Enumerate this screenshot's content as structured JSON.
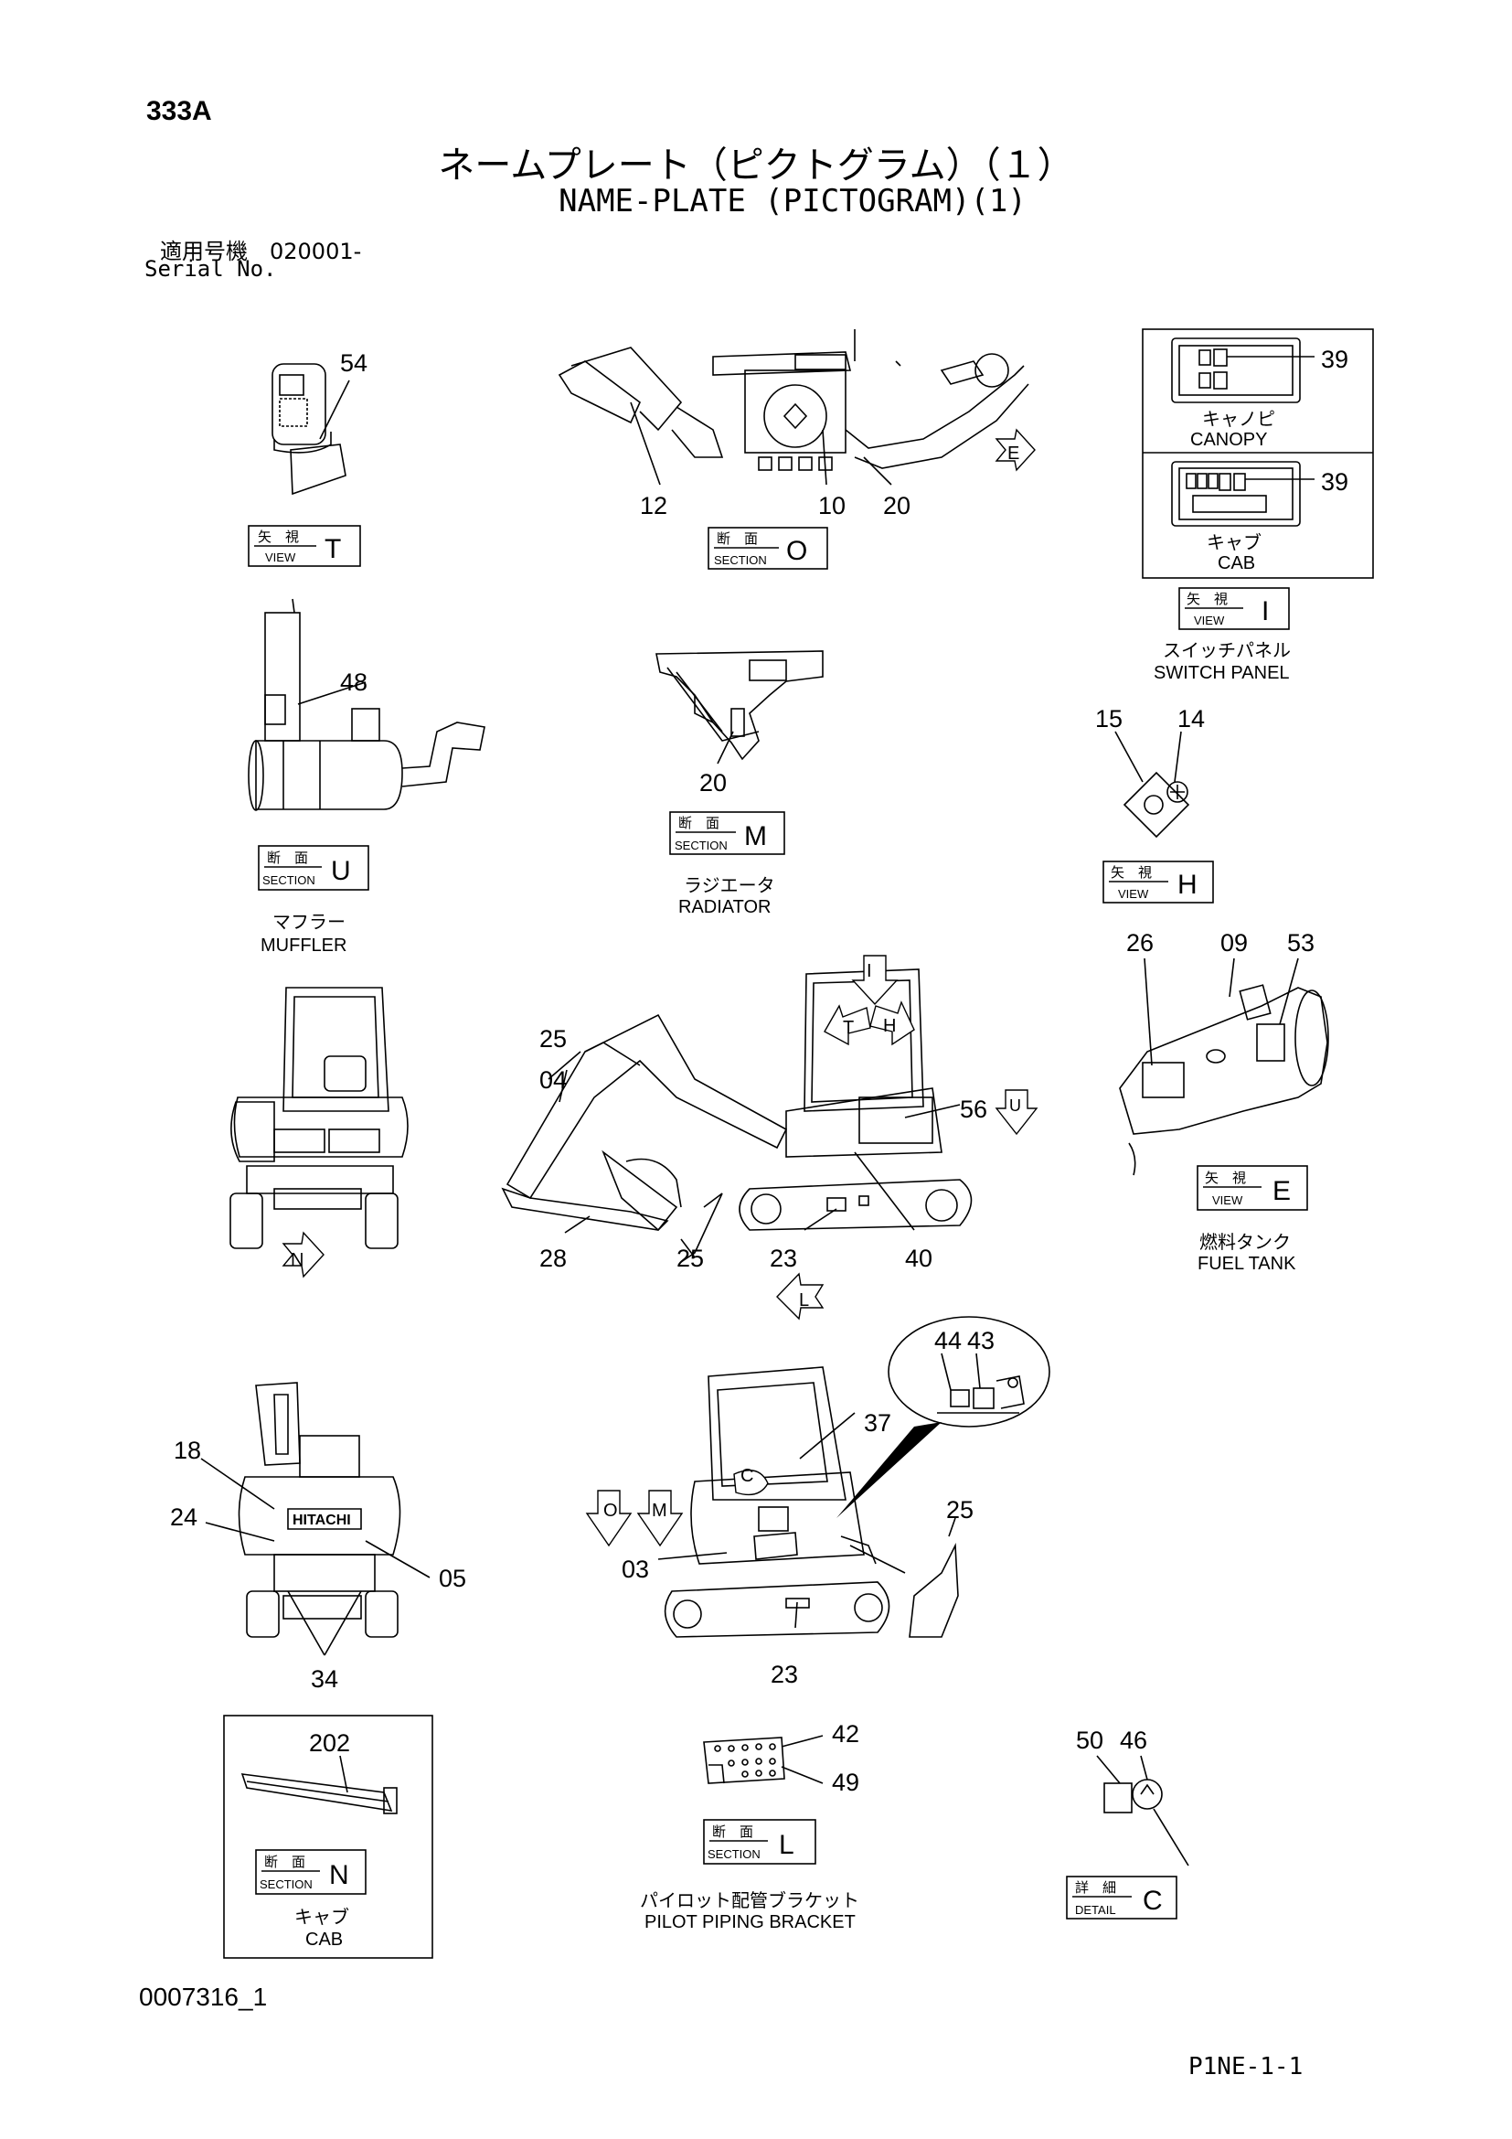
{
  "header": {
    "page_code": "333A",
    "title_jp": "ネームプレート（ピクトグラム）（１）",
    "title_en": "NAME-PLATE (PICTOGRAM)(1)",
    "serial_jp": "適用号機　020001-",
    "serial_en": "Serial No."
  },
  "footer": {
    "doc_id": "0007316_1",
    "page_ref": "P1NE-1-1"
  },
  "tags": {
    "view_jp": "矢　視",
    "view_en": "VIEW",
    "section_jp": "断　面",
    "section_en": "SECTION",
    "detail_jp": "詳　細",
    "detail_en": "DETAIL"
  },
  "views": {
    "T": {
      "letter": "T",
      "callouts": [
        "54"
      ]
    },
    "O": {
      "letter": "O",
      "callouts": [
        "12",
        "10",
        "20"
      ]
    },
    "I": {
      "letter": "I",
      "callouts": [
        "39",
        "39"
      ],
      "canopy_jp": "キャノピ",
      "canopy_en": "CANOPY",
      "cab_jp": "キャブ",
      "cab_en": "CAB",
      "caption_jp": "スイッチパネル",
      "caption_en": "SWITCH PANEL"
    },
    "U": {
      "letter": "U",
      "callouts": [
        "48"
      ],
      "caption_jp": "マフラー",
      "caption_en": "MUFFLER"
    },
    "M": {
      "letter": "M",
      "callouts": [
        "20"
      ],
      "caption_jp": "ラジエータ",
      "caption_en": "RADIATOR"
    },
    "H": {
      "letter": "H",
      "callouts": [
        "15",
        "14"
      ]
    },
    "E": {
      "letter": "E",
      "callouts": [
        "26",
        "09",
        "53"
      ],
      "caption_jp": "燃料タンク",
      "caption_en": "FUEL TANK"
    },
    "side": {
      "callouts": [
        "25",
        "04",
        "56",
        "28",
        "25",
        "23",
        "40"
      ]
    },
    "N_arrow": "N",
    "L_arrow": "L",
    "I_arrow": "I",
    "T_arrow": "T",
    "H_arrow": "H",
    "U_arrow": "U",
    "E_arrow": "E",
    "O_arrow": "O",
    "M_arrow": "M",
    "C_mark": "C",
    "rear": {
      "callouts": [
        "18",
        "24",
        "05",
        "34"
      ]
    },
    "front": {
      "callouts": [
        "44",
        "43",
        "37",
        "25",
        "03",
        "23"
      ]
    },
    "N": {
      "letter": "N",
      "callouts": [
        "202"
      ],
      "caption_jp": "キャブ",
      "caption_en": "CAB"
    },
    "L": {
      "letter": "L",
      "callouts": [
        "42",
        "49"
      ],
      "caption_jp": "パイロット配管ブラケット",
      "caption_en": "PILOT PIPING BRACKET"
    },
    "C": {
      "letter": "C",
      "callouts": [
        "50",
        "46"
      ]
    }
  },
  "colors": {
    "ink": "#000000",
    "paper": "#ffffff"
  }
}
